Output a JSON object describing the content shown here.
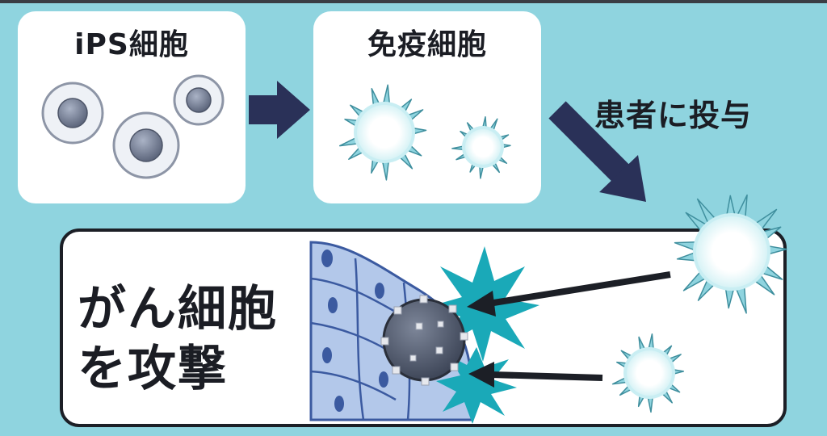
{
  "diagram": {
    "ips_label": "iPS細胞",
    "immune_label": "免疫細胞",
    "administer_label": "患者に投与",
    "attack_line1": "がん細胞",
    "attack_line2": "を攻撃"
  },
  "colors": {
    "background": "#8fd4df",
    "panel": "#ffffff",
    "arrow": "#2a3158",
    "outline": "#1c1f26",
    "spike": "#8fd4df",
    "cancer_cell": "#4a5466",
    "tissue": "#b3c8ea",
    "burst": "#1aa9b8"
  }
}
